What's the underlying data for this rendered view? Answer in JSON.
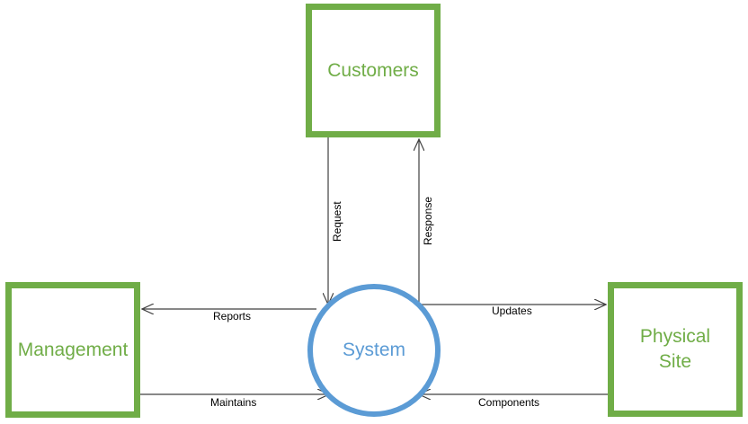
{
  "entities": {
    "customers": "Customers",
    "management": "Management",
    "physical_site_line1": "Physical",
    "physical_site_line2": "Site"
  },
  "process": {
    "system": "System"
  },
  "flows": {
    "request": "Request",
    "response": "Response",
    "reports": "Reports",
    "maintains": "Maintains",
    "updates": "Updates",
    "components": "Components"
  },
  "colors": {
    "entity": "#70ad47",
    "process": "#5b9bd5",
    "arrow": "#404040"
  }
}
